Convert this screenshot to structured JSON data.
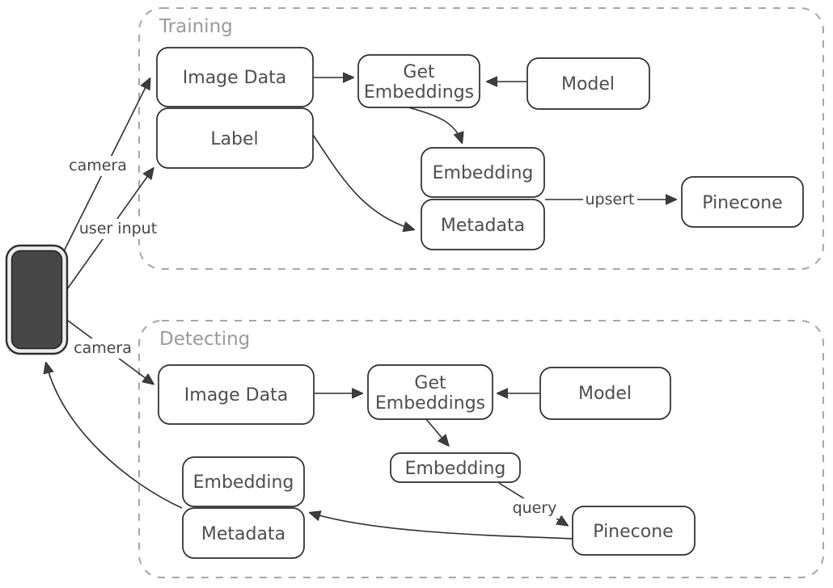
{
  "sections": {
    "training": {
      "label": "Training"
    },
    "detecting": {
      "label": "Detecting"
    }
  },
  "nodes": {
    "training_image_data": "Image Data",
    "training_get_line1": "Get",
    "training_get_line2": "Embeddings",
    "training_model": "Model",
    "training_label": "Label",
    "training_embedding": "Embedding",
    "training_metadata": "Metadata",
    "training_pinecone": "Pinecone",
    "detecting_image_data": "Image Data",
    "detecting_get_line1": "Get",
    "detecting_get_line2": "Embeddings",
    "detecting_model": "Model",
    "detecting_embedding_result": "Embedding",
    "detecting_pinecone": "Pinecone",
    "detecting_embedding": "Embedding",
    "detecting_metadata": "Metadata"
  },
  "edge_labels": {
    "camera_training": "camera",
    "user_input": "user input",
    "camera_detecting": "camera",
    "upsert": "upsert",
    "query": "query"
  },
  "colors": {
    "node_stroke": "#2b2b2b",
    "node_text": "#4e4e4e",
    "container_dash": "#a6a6a6",
    "section_title": "#9a9a9a",
    "phone_screen": "#474747",
    "arrow": "#2e2e2e",
    "background": "#ffffff"
  }
}
